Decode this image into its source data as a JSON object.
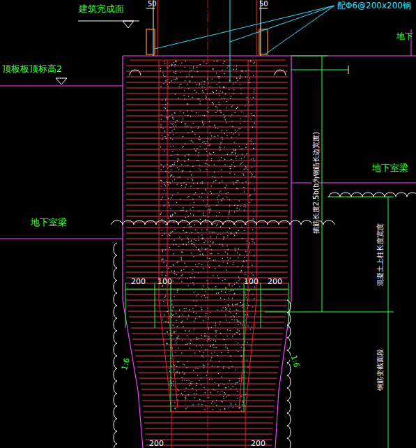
{
  "diagram": {
    "labels": [
      "建筑完成面",
      "50",
      "50",
      "配Φ6@200x200钢",
      "地下",
      "顶板板顶标高2",
      "地下室梁",
      "地下室梁",
      "插筋长度2.5b(b为钢筋长边宽度)",
      "混凝土上柱长度宽度",
      "钢筋变截面段",
      "200",
      "100",
      "100",
      "200",
      "1:6",
      "1:6",
      "200",
      "200"
    ]
  }
}
